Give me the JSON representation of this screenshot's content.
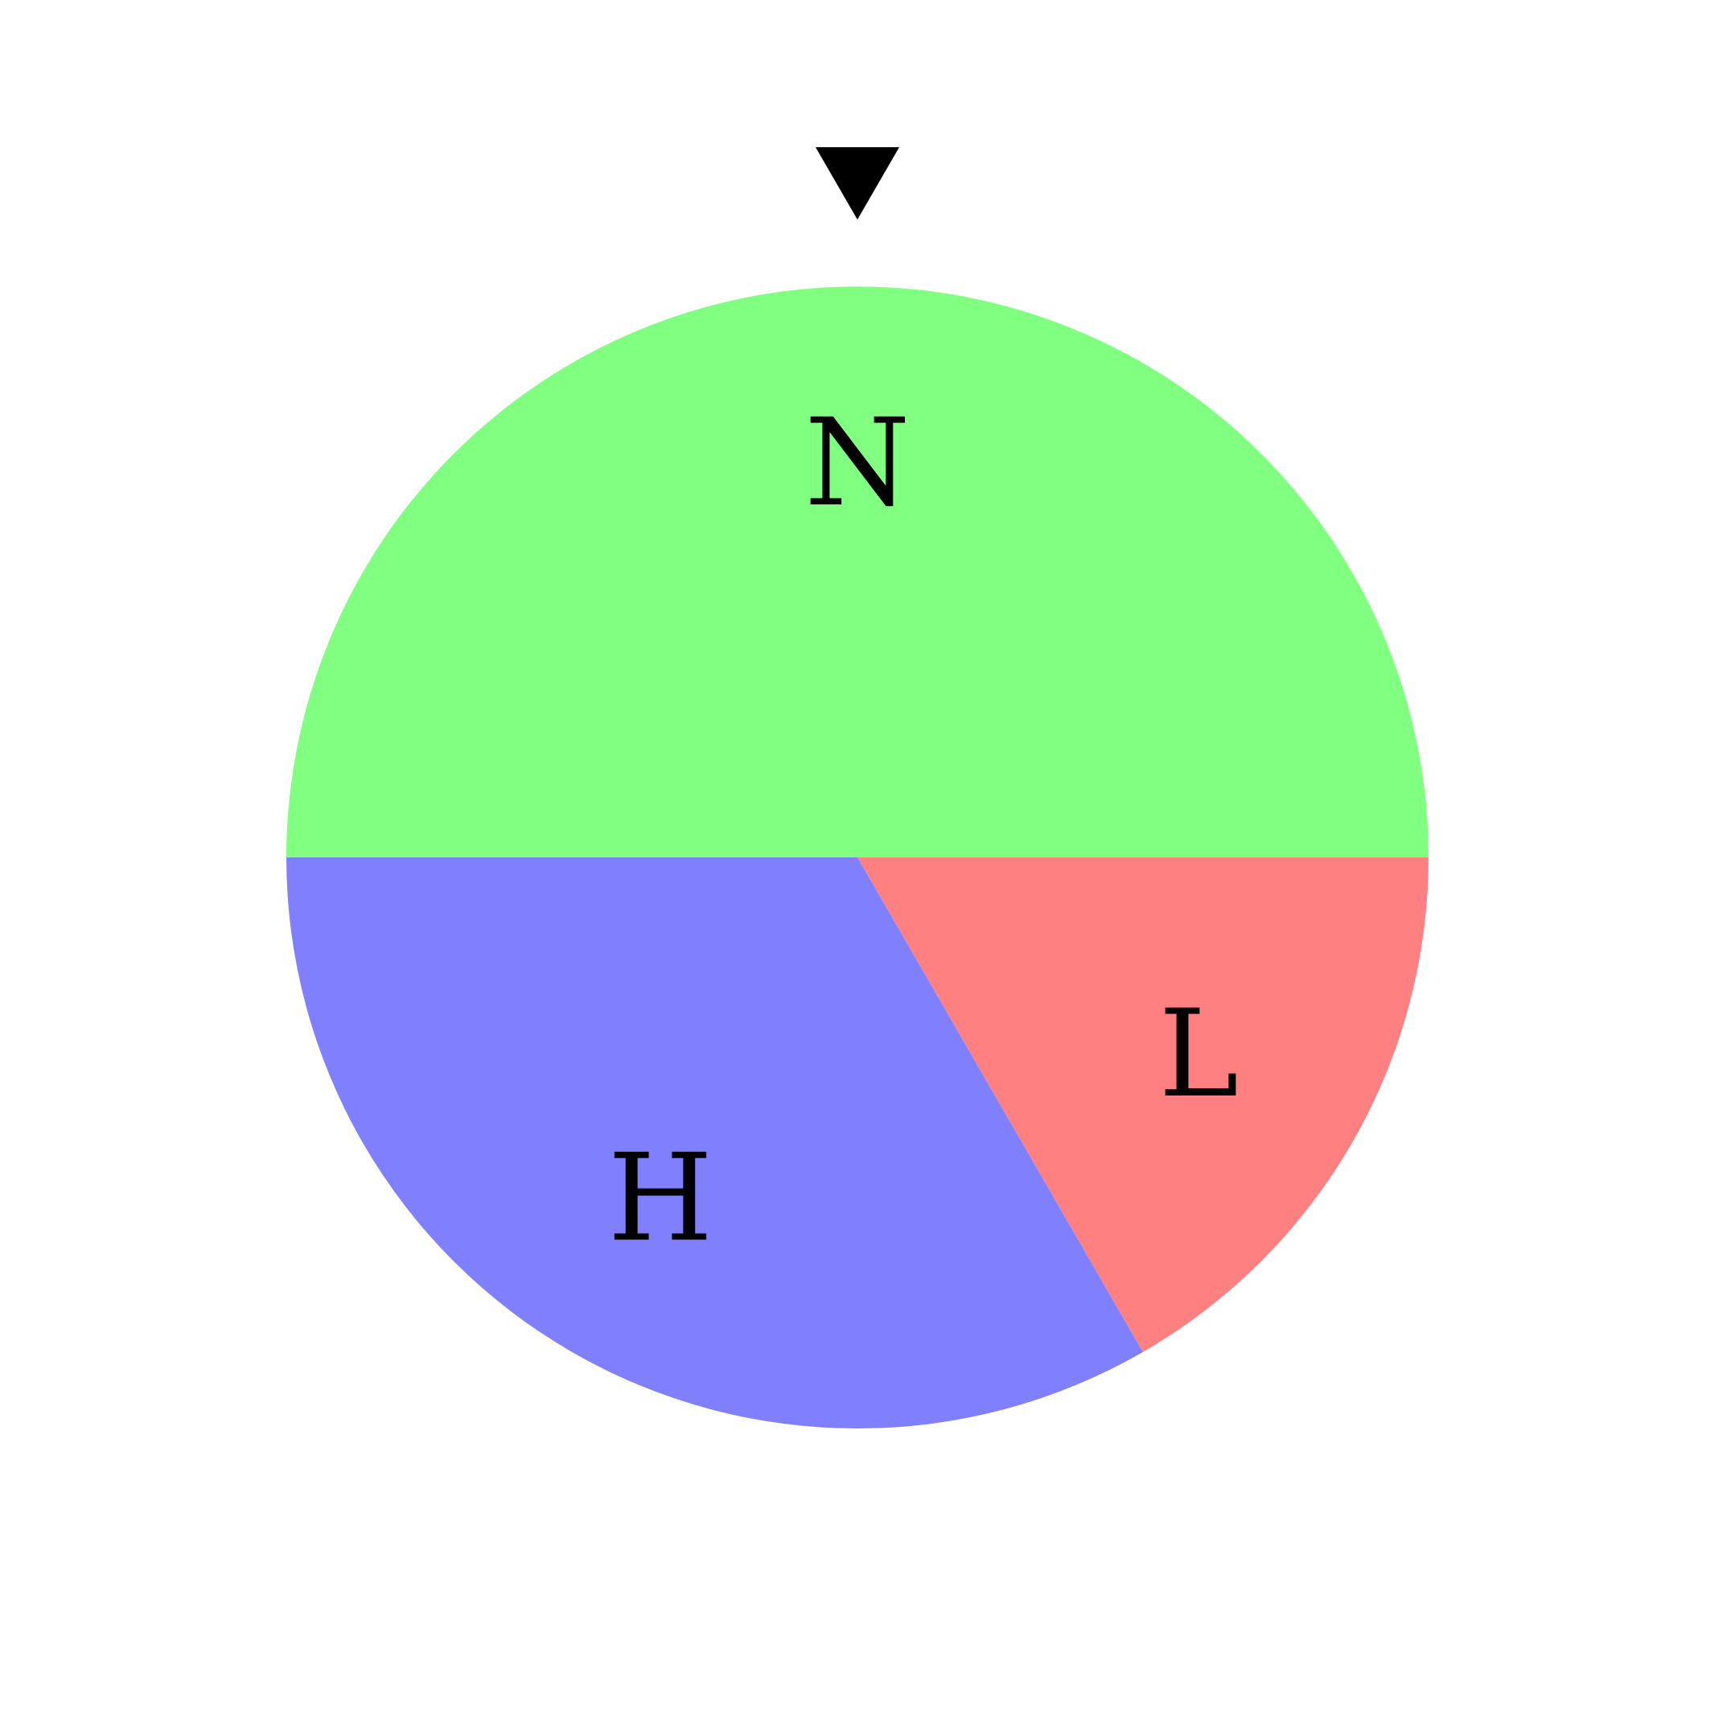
{
  "wheel": {
    "pointer_icon": "down-triangle-pointer-icon",
    "sectors": [
      {
        "label": "N",
        "fraction": 0.5,
        "color": "#80ff80"
      },
      {
        "label": "L",
        "fraction": 0.1667,
        "color": "#ff8080"
      },
      {
        "label": "H",
        "fraction": 0.3333,
        "color": "#8080ff"
      }
    ]
  }
}
